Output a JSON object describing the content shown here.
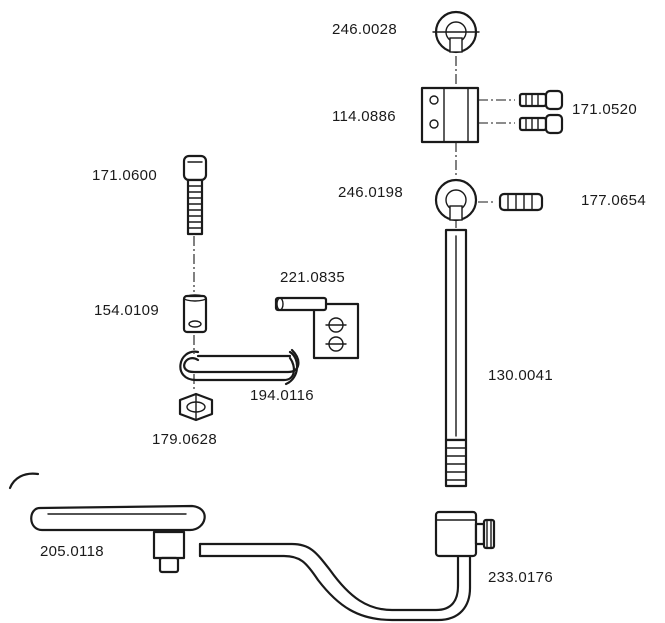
{
  "parts": {
    "ring_top": "246.0028",
    "clamp_block": "114.0886",
    "screw_pair": "171.0520",
    "screw_long": "171.0600",
    "ring_mid": "246.0198",
    "grub_screw": "177.0654",
    "bracket": "221.0835",
    "spacer": "154.0109",
    "rod": "130.0041",
    "hook_rod": "194.0116",
    "nut": "179.0628",
    "handle": "205.0118",
    "arm_clamp": "233.0176"
  }
}
